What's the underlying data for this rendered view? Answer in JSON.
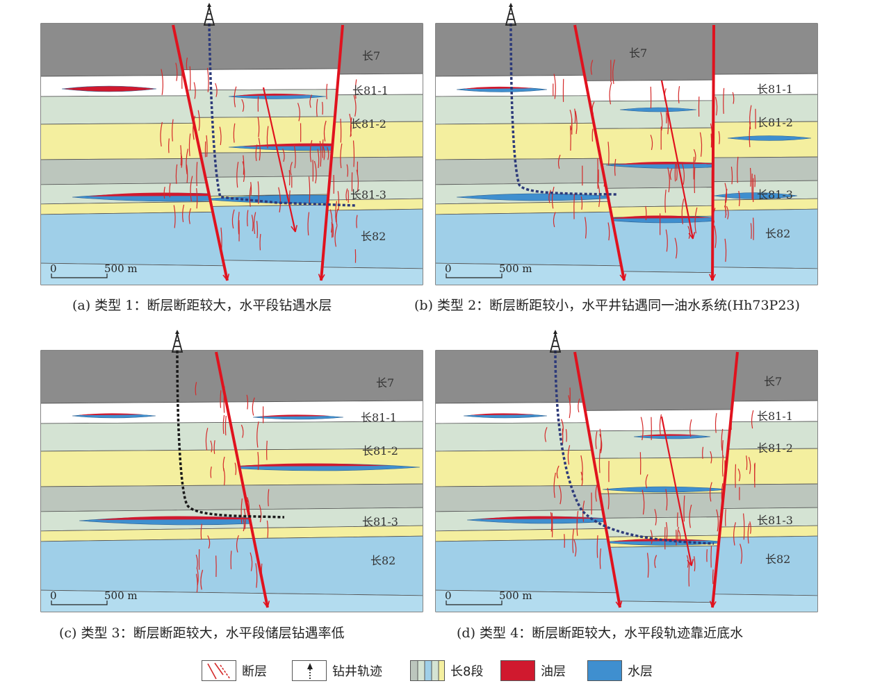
{
  "panels": [
    {
      "id": "a",
      "caption": "(a) 类型 1：断层断距较大，水平段钻遇水层",
      "layers": {
        "c7": "长7",
        "c81_1": "长81-1",
        "c81_2": "长81-2",
        "c81_3": "长81-3",
        "c82": "长82"
      },
      "scale": {
        "zero": "0",
        "value": "500 m"
      }
    },
    {
      "id": "b",
      "caption": "(b) 类型 2：断层断距较小，水平井钻遇同一油水系统(Hh73P23)",
      "layers": {
        "c7": "长7",
        "c81_1": "长81-1",
        "c81_2": "长81-2",
        "c81_3": "长81-3",
        "c82": "长82"
      },
      "scale": {
        "zero": "0",
        "value": "500 m"
      }
    },
    {
      "id": "c",
      "caption": "(c) 类型 3：断层断距较大，水平段储层钻遇率低",
      "layers": {
        "c7": "长7",
        "c81_1": "长81-1",
        "c81_2": "长81-2",
        "c81_3": "长81-3",
        "c82": "长82"
      },
      "scale": {
        "zero": "0",
        "value": "500 m"
      }
    },
    {
      "id": "d",
      "caption": "(d) 类型 4：断层断距较大，水平段轨迹靠近底水",
      "layers": {
        "c7": "长7",
        "c81_1": "长81-1",
        "c81_2": "长81-2",
        "c81_3": "长81-3",
        "c82": "长82"
      },
      "scale": {
        "zero": "0",
        "value": "500 m"
      }
    }
  ],
  "legend": [
    {
      "label": "断层",
      "icon": "fault-icon"
    },
    {
      "label": "钻井轨迹",
      "icon": "well-trajectory-icon"
    },
    {
      "label": "长8段",
      "icon": "strata-swatch"
    },
    {
      "label": "油层",
      "icon": "oil-swatch"
    },
    {
      "label": "水层",
      "icon": "water-swatch"
    }
  ],
  "colors": {
    "c7": "#8c8c8c",
    "c81_1": "#ffffff",
    "green": "#d4e3d3",
    "yellow": "#f4ef9f",
    "grey": "#bcc6bd",
    "c82": "#9fcfe8",
    "c82_lower": "#b3dcef",
    "oil": "#d0192e",
    "water": "#3f8fcf",
    "fault": "#e0121e",
    "frac": "#d42a2a",
    "well_navy": "#2d3a7a",
    "well_black": "#1a1a1a"
  }
}
